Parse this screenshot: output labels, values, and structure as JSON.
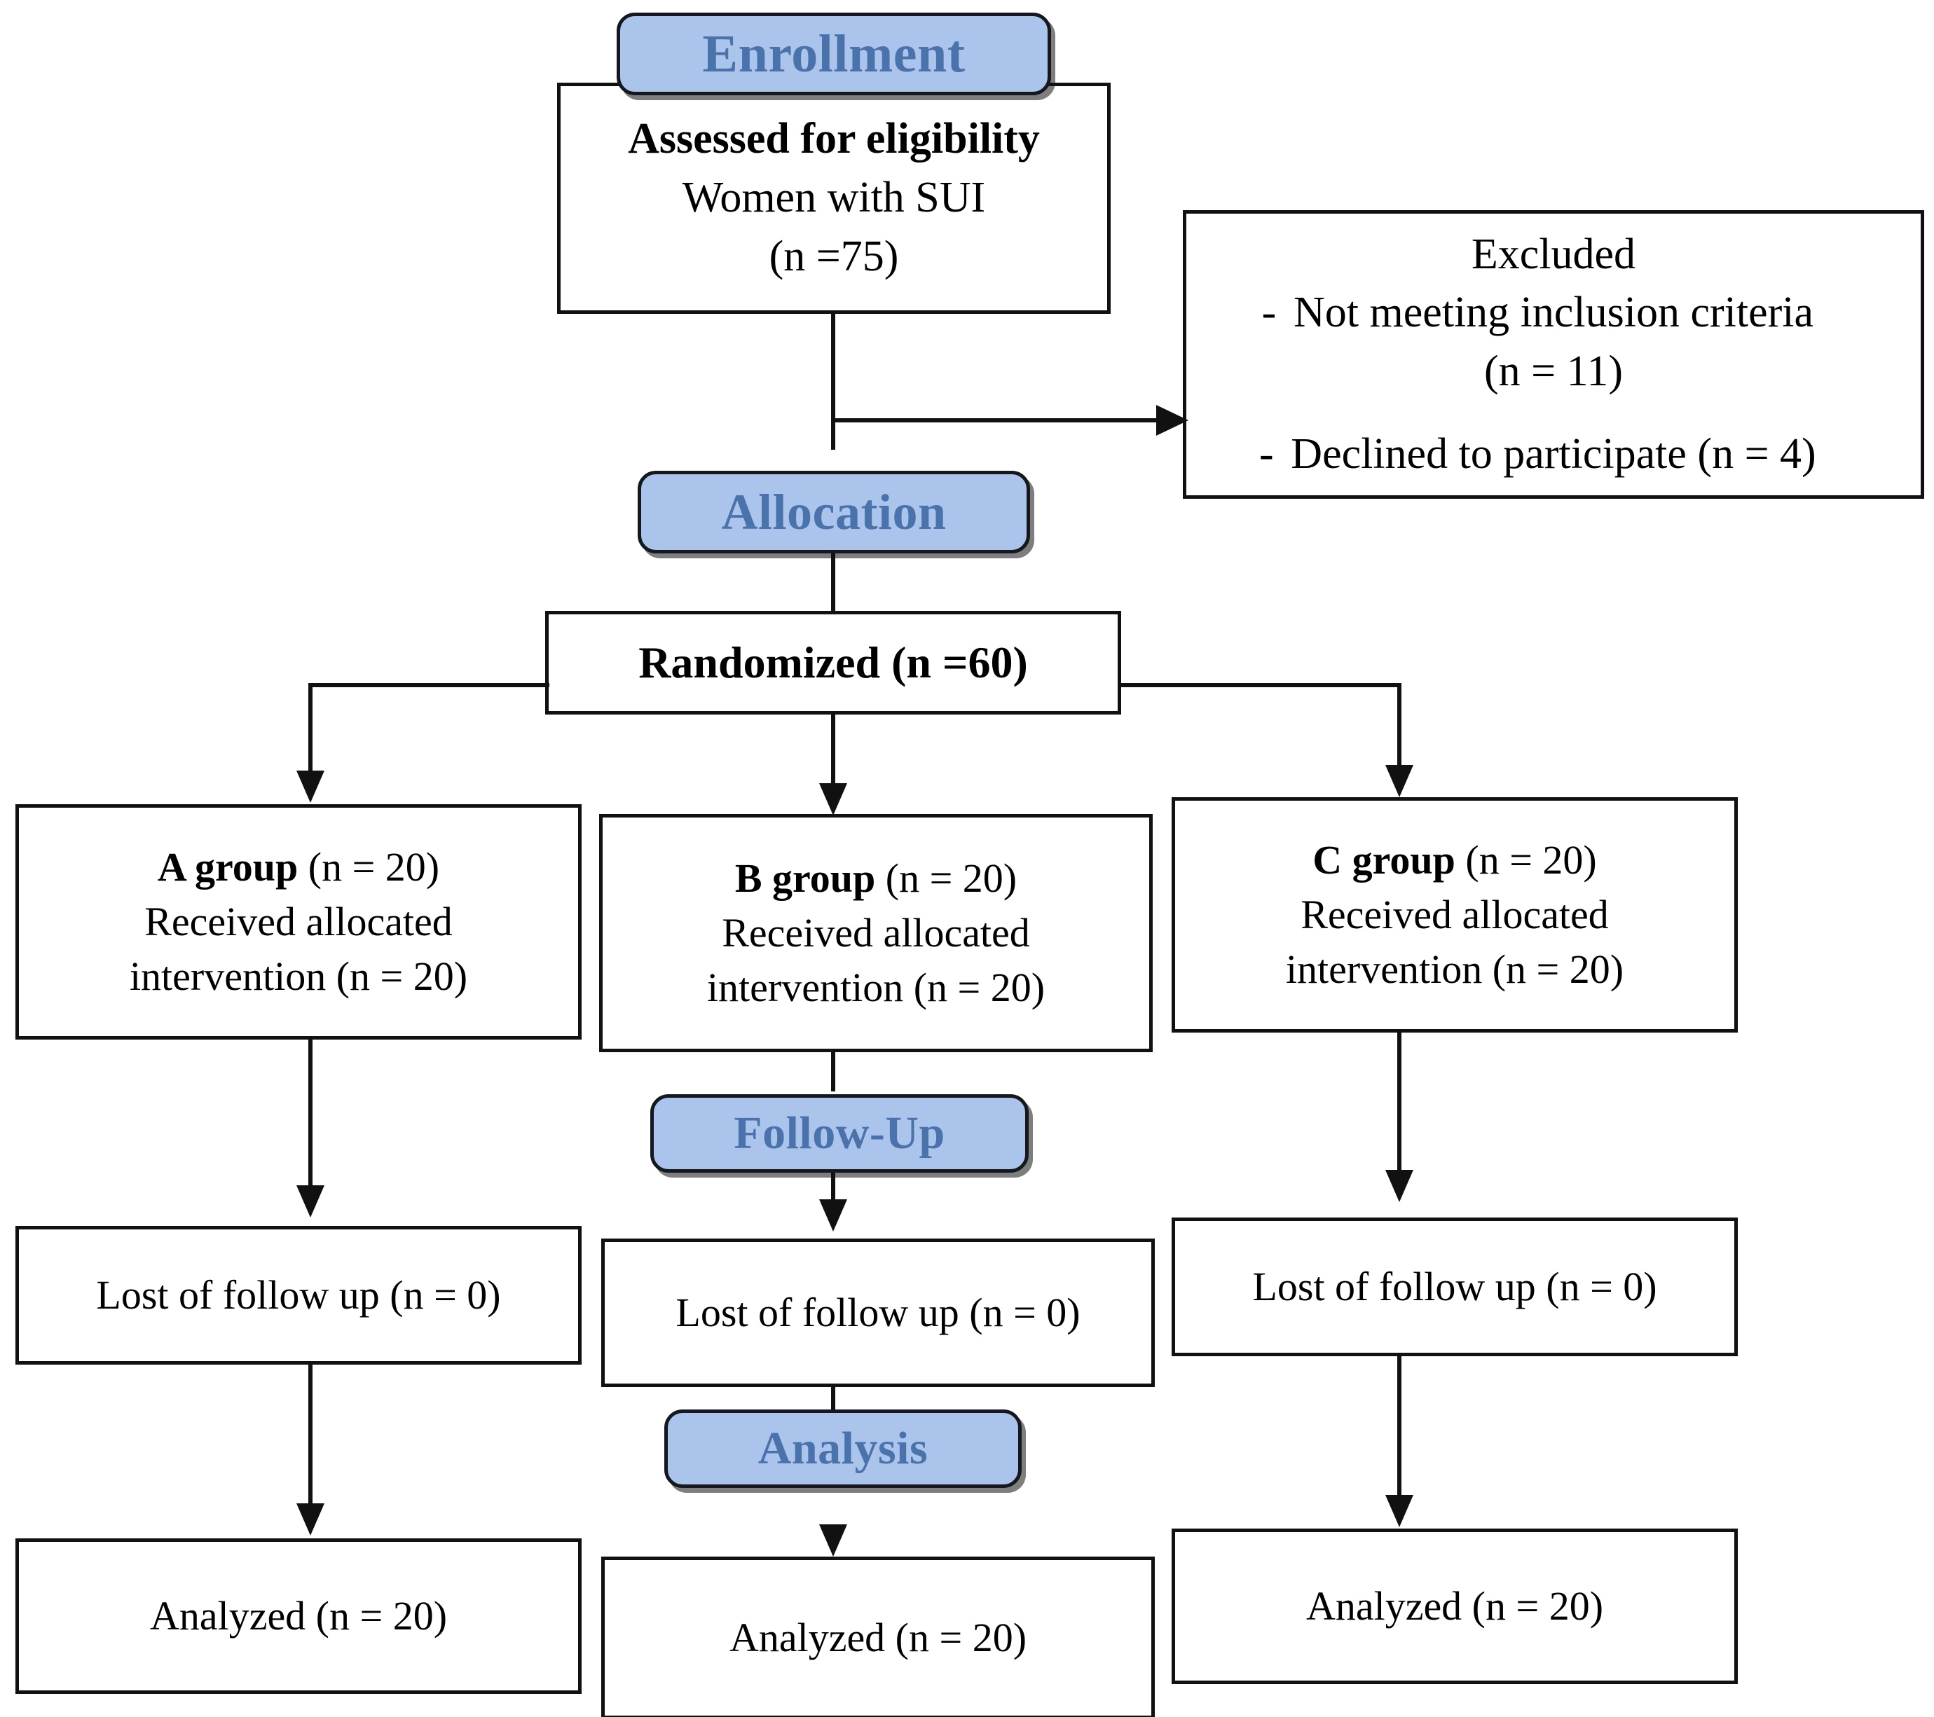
{
  "diagram": {
    "title": "CONSORT participant flow diagram",
    "accent_blue_fill": "#aac4ec",
    "accent_blue_text": "#4a72ab",
    "line_color": "#111111",
    "box_background": "#ffffff"
  },
  "stages": {
    "enrollment": "Enrollment",
    "allocation": "Allocation",
    "followup": "Follow-Up",
    "analysis": "Analysis"
  },
  "enrollment": {
    "assessed_heading": "Assessed for eligibility",
    "population_line": "Women with SUI",
    "count_line": "(n =75)"
  },
  "excluded": {
    "heading": "Excluded",
    "bullet_marker": "-",
    "reasons": [
      {
        "text": "Not meeting inclusion criteria",
        "count": "(n = 11)"
      },
      {
        "text": "Declined to participate (n = 4)",
        "count": ""
      }
    ]
  },
  "randomized": {
    "label": "Randomized (n =60)"
  },
  "groups": [
    {
      "name": "A group",
      "name_suffix": " (n = 20)",
      "received_line1": "Received allocated",
      "received_line2": "intervention (n = 20)",
      "lost": "Lost of follow up (n = 0)",
      "analyzed": "Analyzed (n =  20)"
    },
    {
      "name": "B group",
      "name_suffix": " (n = 20)",
      "received_line1": "Received allocated",
      "received_line2": "intervention (n = 20)",
      "lost": "Lost of follow up (n = 0)",
      "analyzed": "Analyzed (n = 20)"
    },
    {
      "name": "C group",
      "name_suffix": " (n = 20)",
      "received_line1": "Received allocated",
      "received_line2": "intervention (n = 20)",
      "lost": "Lost of follow up (n = 0)",
      "analyzed": "Analyzed (n = 20)"
    }
  ]
}
